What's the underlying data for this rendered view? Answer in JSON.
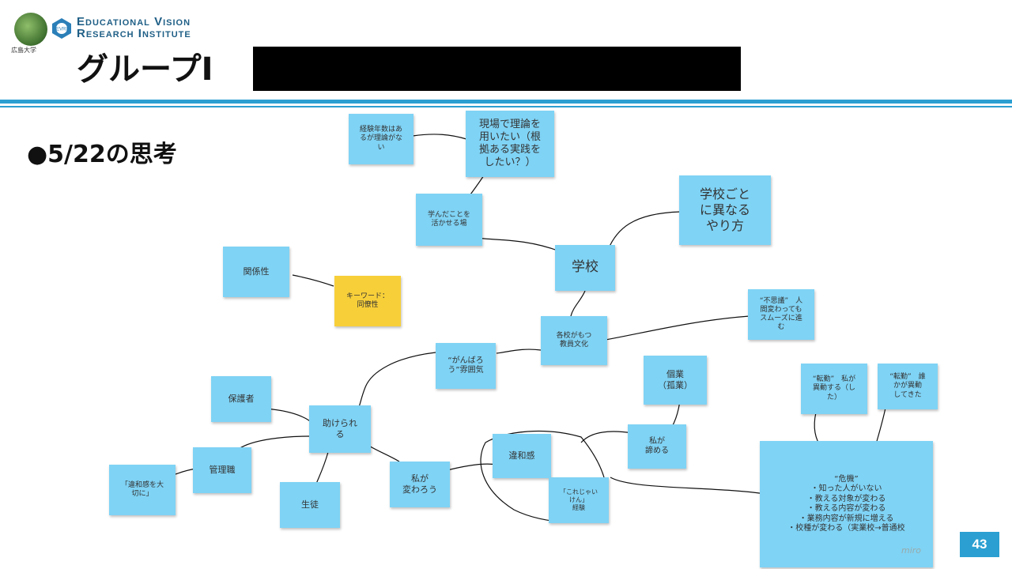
{
  "header": {
    "university_label": "広島大学",
    "institute_line1": "Educational Vision",
    "institute_line2": "Research Institute",
    "institute_abbr": "EVRI"
  },
  "title": "グループI",
  "date_label": "●5/22の思考",
  "board": {
    "watermark": "miro",
    "notes": [
      {
        "id": "n1",
        "text": "経験年数はあ\nるが理論がな\nい"
      },
      {
        "id": "n2",
        "text": "現場で理論を\n用いたい（根\n拠ある実践を\nしたい？）"
      },
      {
        "id": "n3",
        "text": "学んだことを\n活かせる場"
      },
      {
        "id": "n4",
        "text": "学校ごと\nに異なる\nやり方"
      },
      {
        "id": "n5",
        "text": "関係性"
      },
      {
        "id": "n6",
        "text": "キーワード：\n同僚性"
      },
      {
        "id": "n7",
        "text": "学校"
      },
      {
        "id": "n8",
        "text": "“不思議”　人\n間変わっても\nスムーズに進\nむ"
      },
      {
        "id": "n9",
        "text": "各校がもつ\n教員文化"
      },
      {
        "id": "n10",
        "text": "“がんばろ\nう”雰囲気"
      },
      {
        "id": "n11",
        "text": "個業\n（孤業）"
      },
      {
        "id": "n12",
        "text": "“転勤”　私が\n異動する（し\nた）"
      },
      {
        "id": "n13",
        "text": "“転勤”　誰\nかが異動\nしてきた"
      },
      {
        "id": "n14",
        "text": "保護者"
      },
      {
        "id": "n15",
        "text": "助けられ\nる"
      },
      {
        "id": "n16",
        "text": "私が\n諦める"
      },
      {
        "id": "n17",
        "text": "違和感"
      },
      {
        "id": "n18",
        "text": "管理職"
      },
      {
        "id": "n19",
        "text": "「違和感を大\n切に」"
      },
      {
        "id": "n20",
        "text": "私が\n変わろう"
      },
      {
        "id": "n21",
        "text": "「これじゃい\nけん」\n経験"
      },
      {
        "id": "n22",
        "text": "生徒"
      },
      {
        "id": "n23",
        "text": "“危機”\n・知った人がいない\n・教える対象が変わる\n・教える内容が変わる\n・業務内容が新規に増える\n・校種が変わる（実業校→普通校"
      }
    ]
  },
  "page_number": "43"
}
